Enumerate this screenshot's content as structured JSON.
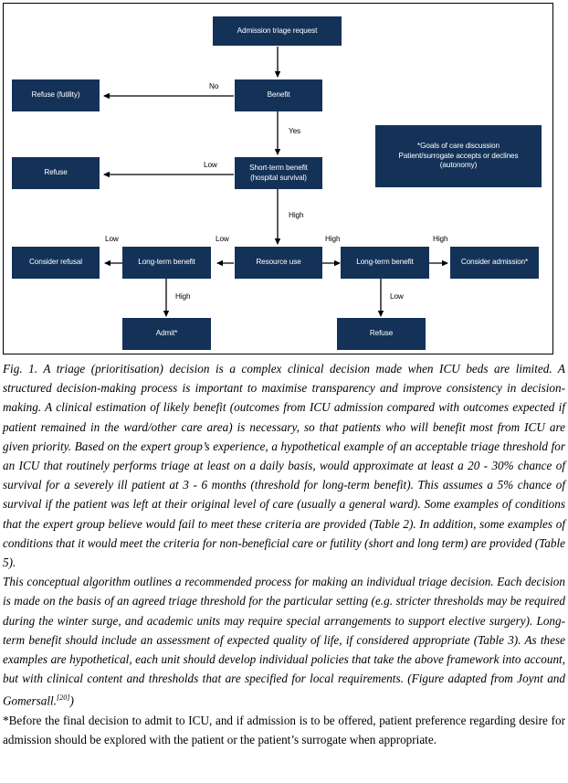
{
  "figure": {
    "accent_color": "#143258",
    "border_color": "#000000",
    "background_color": "#ffffff",
    "nodes": [
      {
        "id": "admission-triage-request",
        "label": "Admission triage request"
      },
      {
        "id": "refuse-futility",
        "label": "Refuse (futility)"
      },
      {
        "id": "benefit",
        "label": "Benefit"
      },
      {
        "id": "goals-of-care",
        "line1": "*Goals of care discussion",
        "line2": "Patient/surrogate accepts or declines",
        "line3": "(autonomy)"
      },
      {
        "id": "refuse-short-term",
        "label": "Refuse"
      },
      {
        "id": "short-term-benefit",
        "line1": "Short-term benefit",
        "line2": "(hospital survival)"
      },
      {
        "id": "consider-refusal",
        "label": "Consider refusal"
      },
      {
        "id": "long-term-benefit-left",
        "label": "Long-term benefit"
      },
      {
        "id": "resource-use",
        "label": "Resource use"
      },
      {
        "id": "long-term-benefit-right",
        "label": "Long-term benefit"
      },
      {
        "id": "consider-admission",
        "label": "Consider admission*"
      },
      {
        "id": "admit",
        "label": "Admit*"
      },
      {
        "id": "refuse-long-term",
        "label": "Refuse"
      }
    ],
    "edge_labels": [
      {
        "id": "no-benefit",
        "label": "No"
      },
      {
        "id": "yes-benefit",
        "label": "Yes"
      },
      {
        "id": "low-short-term",
        "label": "Low"
      },
      {
        "id": "high-short-term",
        "label": "High"
      },
      {
        "id": "low-resource-use",
        "label": "Low"
      },
      {
        "id": "high-resource-use",
        "label": "High"
      },
      {
        "id": "low-long-term-left",
        "label": "Low"
      },
      {
        "id": "high-long-term-left",
        "label": "High"
      },
      {
        "id": "high-long-term-right",
        "label": "High"
      },
      {
        "id": "low-long-term-right",
        "label": "Low"
      }
    ]
  },
  "caption": {
    "paragraph1": "Fig. 1. A triage (prioritisation) decision is a complex clinical decision made when ICU beds are limited. A structured decision-making process is important to maximise transparency and improve consistency in decision-making. A clinical estimation of likely benefit (outcomes from ICU admission compared with outcomes expected if patient remained in the ward/other care area) is necessary, so that patients who will benefit most from ICU are given priority. Based on the expert group’s experience, a hypothetical example of an acceptable triage threshold for an ICU that routinely performs triage at least on a daily basis, would approximate at least a 20 - 30% chance of survival for a severely ill patient at 3 - 6 months (threshold for long-term benefit). This assumes a 5% chance of survival if the patient was left at their original level of care (usually a general ward). Some examples of conditions that the expert group believe would fail to meet these criteria are provided (Table 2). In addition, some examples of conditions that it would meet the criteria for non-beneficial care or futility (short and long term) are provided (Table 5).",
    "paragraph2_before_ref": "This conceptual algorithm outlines a recommended process for making an individual triage decision. Each decision is made on the basis of an agreed triage threshold for the particular setting (e.g. stricter thresholds may be required during the winter surge, and academic units may require special arrangements to support elective surgery). Long-term benefit should include an assessment of expected quality of life, if considered appropriate (Table 3). As these examples are hypothetical, each unit should develop individual policies that take the above framework into account, but with clinical content and thresholds that are specified for local requirements. (Figure adapted from Joynt and Gomersall.",
    "paragraph2_reference": "[20]",
    "paragraph2_after_ref": ")",
    "paragraph3": "*Before the final decision to admit to ICU, and if admission is to be offered, patient preference regarding desire for admission should be explored with the patient or the patient’s surrogate when appropriate."
  }
}
